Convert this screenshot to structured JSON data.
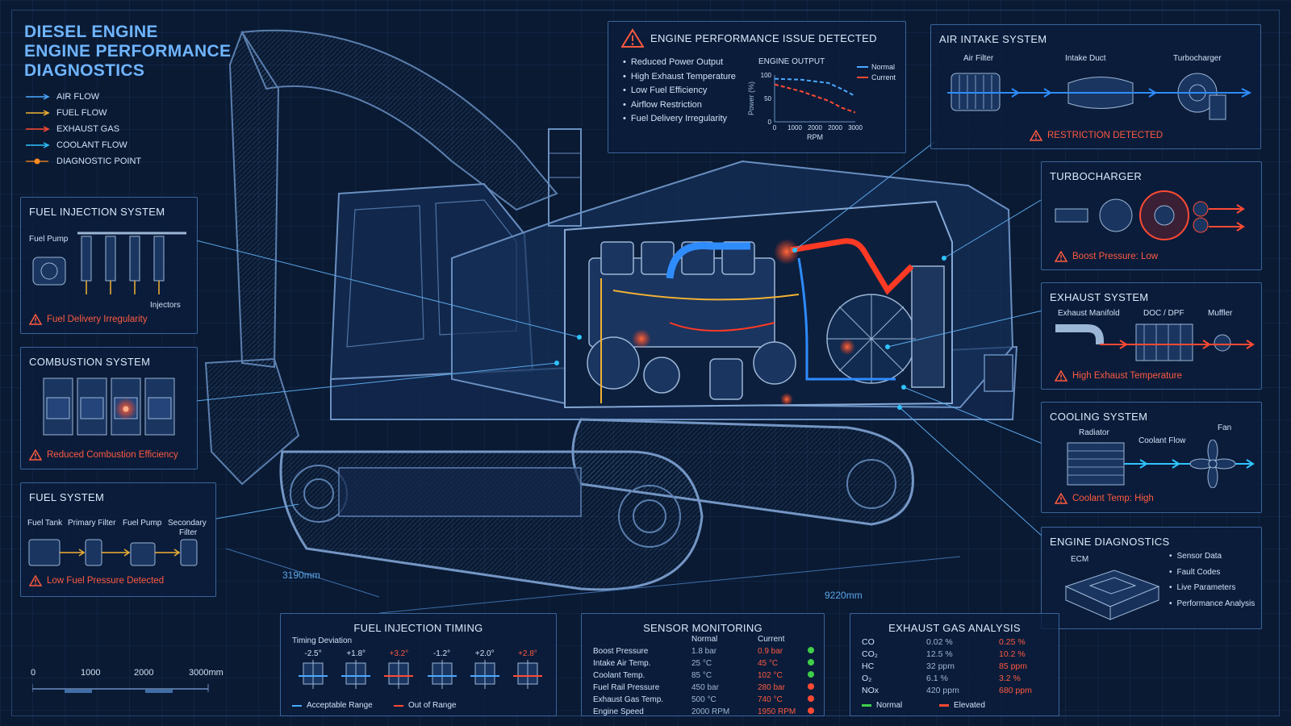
{
  "title_lines": [
    "DIESEL ENGINE",
    "ENGINE PERFORMANCE",
    "DIAGNOSTICS"
  ],
  "legend": [
    {
      "label": "AIR FLOW",
      "color": "#4aa8ff"
    },
    {
      "label": "FUEL FLOW",
      "color": "#f2b233"
    },
    {
      "label": "EXHAUST GAS",
      "color": "#ff4a33"
    },
    {
      "label": "COOLANT FLOW",
      "color": "#2fc4ff"
    },
    {
      "label": "DIAGNOSTIC POINT",
      "color": "#ff8a1f"
    }
  ],
  "issue": {
    "title": "ENGINE PERFORMANCE ISSUE DETECTED",
    "items": [
      "Reduced Power Output",
      "High Exhaust Temperature",
      "Low Fuel Efficiency",
      "Airflow Restriction",
      "Fuel Delivery Irregularity"
    ],
    "chart_data": {
      "type": "line",
      "title": "ENGINE OUTPUT",
      "xlabel": "RPM",
      "ylabel": "Power (%)",
      "x": [
        0,
        1000,
        2000,
        2500,
        3000
      ],
      "x_ticks": [
        "0",
        "1000",
        "2000",
        "2000",
        "3000"
      ],
      "y_ticks": [
        "100",
        "50",
        "0"
      ],
      "ylim": [
        0,
        100
      ],
      "series": [
        {
          "name": "Normal",
          "color": "#4aa8ff",
          "dashed": true,
          "values": [
            92,
            90,
            83,
            70,
            55
          ]
        },
        {
          "name": "Current",
          "color": "#ff4a33",
          "dashed": true,
          "values": [
            80,
            65,
            45,
            30,
            20
          ]
        }
      ]
    }
  },
  "air_intake": {
    "title": "AIR INTAKE SYSTEM",
    "labels": [
      "Air Filter",
      "Intake Duct",
      "Turbocharger"
    ],
    "warning": "RESTRICTION DETECTED"
  },
  "turbo": {
    "title": "TURBOCHARGER",
    "warning": "Boost Pressure: Low"
  },
  "exhaust": {
    "title": "EXHAUST SYSTEM",
    "labels": [
      "Exhaust Manifold",
      "DOC / DPF",
      "Muffler"
    ],
    "warning": "High Exhaust Temperature"
  },
  "cooling": {
    "title": "COOLING SYSTEM",
    "labels": [
      "Radiator",
      "Coolant Flow",
      "Fan"
    ],
    "warning": "Coolant Temp: High"
  },
  "diagnostics": {
    "title": "ENGINE DIAGNOSTICS",
    "ecm": "ECM",
    "items": [
      "Sensor Data",
      "Fault Codes",
      "Live Parameters",
      "Performance Analysis"
    ]
  },
  "fuel_injection": {
    "title": "FUEL INJECTION SYSTEM",
    "labels": [
      "Fuel Pump",
      "Injectors"
    ],
    "warning": "Fuel Delivery Irregularity"
  },
  "combustion": {
    "title": "COMBUSTION SYSTEM",
    "warning": "Reduced Combustion Efficiency"
  },
  "fuel_system": {
    "title": "FUEL SYSTEM",
    "labels": [
      "Fuel Tank",
      "Primary Filter",
      "Fuel Pump",
      "Secondary",
      "Filter"
    ],
    "warning": "Low Fuel Pressure Detected"
  },
  "dimensions": {
    "width": "3190mm",
    "length": "9220mm"
  },
  "scale": {
    "ticks": [
      "0",
      "1000",
      "2000",
      "3000mm"
    ]
  },
  "timing": {
    "title": "FUEL INJECTION TIMING",
    "subtitle": "Timing Deviation",
    "values": [
      {
        "label": "-2.5°",
        "ok": true
      },
      {
        "label": "+1.8°",
        "ok": true
      },
      {
        "label": "+3.2°",
        "ok": false
      },
      {
        "label": "-1.2°",
        "ok": true
      },
      {
        "label": "+2.0°",
        "ok": true
      },
      {
        "label": "+2.8°",
        "ok": false
      }
    ],
    "legend_ok": "Acceptable Range",
    "legend_bad": "Out of Range"
  },
  "sensors": {
    "title": "SENSOR MONITORING",
    "col_normal": "Normal",
    "col_current": "Current",
    "rows": [
      {
        "name": "Boost Pressure",
        "normal": "1.8 bar",
        "current": "0.9 bar",
        "status": "#3fcf4a",
        "current_red": true
      },
      {
        "name": "Intake Air Temp.",
        "normal": "25 °C",
        "current": "45 °C",
        "status": "#3fcf4a",
        "current_red": true
      },
      {
        "name": "Coolant Temp.",
        "normal": "85 °C",
        "current": "102 °C",
        "status": "#3fcf4a",
        "current_red": true
      },
      {
        "name": "Fuel Rail Pressure",
        "normal": "450 bar",
        "current": "280 bar",
        "status": "#ff4a33",
        "current_red": true
      },
      {
        "name": "Exhaust Gas Temp.",
        "normal": "500 °C",
        "current": "740 °C",
        "status": "#ff4a33",
        "current_red": true
      },
      {
        "name": "Engine Speed",
        "normal": "2000 RPM",
        "current_num": "1950",
        "current_unit": "RPM",
        "status": "#ff4a33",
        "current_red": true
      }
    ]
  },
  "gas": {
    "title": "EXHAUST GAS ANALYSIS",
    "rows": [
      {
        "name": "CO",
        "normal": "0.02 %",
        "elevated": "0.25 %"
      },
      {
        "name": "CO₂",
        "normal": "12.5 %",
        "elevated": "10.2 %"
      },
      {
        "name": "HC",
        "normal": "32 ppm",
        "elevated": "85 ppm"
      },
      {
        "name": "O₂",
        "normal": "6.1 %",
        "elevated": "3.2 %"
      },
      {
        "name": "NOx",
        "normal": "420 ppm",
        "elevated": "680 ppm"
      }
    ],
    "legend_normal": "Normal",
    "legend_elevated": "Elevated"
  }
}
